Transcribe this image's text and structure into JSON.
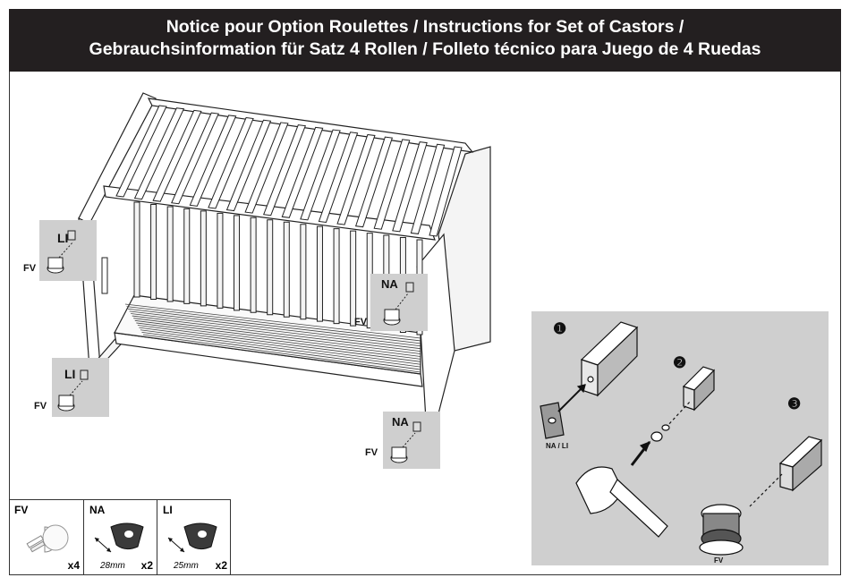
{
  "header": {
    "line1": "Notice pour Option Roulettes / Instructions for Set of Castors /",
    "line2": "Gebrauchsinformation für Satz 4 Rollen / Folleto técnico para Juego de 4 Ruedas"
  },
  "callouts": [
    {
      "code": "LI",
      "part": "FV"
    },
    {
      "code": "LI",
      "part": "FV"
    },
    {
      "code": "NA",
      "part": "FV"
    },
    {
      "code": "NA",
      "part": "FV"
    }
  ],
  "parts": [
    {
      "code": "FV",
      "dimension": "",
      "qty": "x4"
    },
    {
      "code": "NA",
      "dimension": "28mm",
      "qty": "x2"
    },
    {
      "code": "LI",
      "dimension": "25mm",
      "qty": "x2"
    }
  ],
  "steps": {
    "step1": "❶",
    "step2": "❷",
    "step3": "❸",
    "plate_label": "NA / LI",
    "castor_label": "FV"
  }
}
